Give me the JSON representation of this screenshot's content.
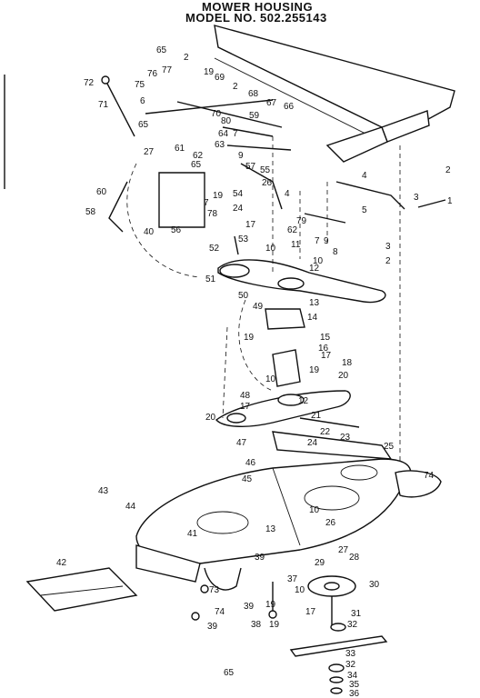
{
  "header": {
    "title": "MOWER HOUSING",
    "model": "MODEL NO. 502.255143"
  },
  "page_number": "65",
  "callouts": [
    {
      "label": "65"
    },
    {
      "label": "2"
    },
    {
      "label": "19"
    },
    {
      "label": "69"
    },
    {
      "label": "2"
    },
    {
      "label": "76"
    },
    {
      "label": "77"
    },
    {
      "label": "72"
    },
    {
      "label": "75"
    },
    {
      "label": "6"
    },
    {
      "label": "71"
    },
    {
      "label": "68"
    },
    {
      "label": "67"
    },
    {
      "label": "66"
    },
    {
      "label": "70"
    },
    {
      "label": "59"
    },
    {
      "label": "80"
    },
    {
      "label": "65"
    },
    {
      "label": "64"
    },
    {
      "label": "7"
    },
    {
      "label": "63"
    },
    {
      "label": "27"
    },
    {
      "label": "61"
    },
    {
      "label": "62"
    },
    {
      "label": "65"
    },
    {
      "label": "9"
    },
    {
      "label": "57"
    },
    {
      "label": "55"
    },
    {
      "label": "26"
    },
    {
      "label": "2"
    },
    {
      "label": "4"
    },
    {
      "label": "3"
    },
    {
      "label": "1"
    },
    {
      "label": "60"
    },
    {
      "label": "54"
    },
    {
      "label": "7"
    },
    {
      "label": "19"
    },
    {
      "label": "58"
    },
    {
      "label": "24"
    },
    {
      "label": "4"
    },
    {
      "label": "5"
    },
    {
      "label": "78"
    },
    {
      "label": "17"
    },
    {
      "label": "79"
    },
    {
      "label": "62"
    },
    {
      "label": "40"
    },
    {
      "label": "56"
    },
    {
      "label": "53"
    },
    {
      "label": "8"
    },
    {
      "label": "7"
    },
    {
      "label": "9"
    },
    {
      "label": "3"
    },
    {
      "label": "52"
    },
    {
      "label": "10"
    },
    {
      "label": "11"
    },
    {
      "label": "2"
    },
    {
      "label": "51"
    },
    {
      "label": "10"
    },
    {
      "label": "12"
    },
    {
      "label": "50"
    },
    {
      "label": "13"
    },
    {
      "label": "49"
    },
    {
      "label": "14"
    },
    {
      "label": "19"
    },
    {
      "label": "15"
    },
    {
      "label": "16"
    },
    {
      "label": "17"
    },
    {
      "label": "18"
    },
    {
      "label": "10"
    },
    {
      "label": "19"
    },
    {
      "label": "20"
    },
    {
      "label": "48"
    },
    {
      "label": "12"
    },
    {
      "label": "17"
    },
    {
      "label": "20"
    },
    {
      "label": "21"
    },
    {
      "label": "22"
    },
    {
      "label": "23"
    },
    {
      "label": "47"
    },
    {
      "label": "24"
    },
    {
      "label": "25"
    },
    {
      "label": "46"
    },
    {
      "label": "45"
    },
    {
      "label": "74"
    },
    {
      "label": "43"
    },
    {
      "label": "44"
    },
    {
      "label": "10"
    },
    {
      "label": "26"
    },
    {
      "label": "41"
    },
    {
      "label": "13"
    },
    {
      "label": "27"
    },
    {
      "label": "39"
    },
    {
      "label": "28"
    },
    {
      "label": "29"
    },
    {
      "label": "42"
    },
    {
      "label": "37"
    },
    {
      "label": "10"
    },
    {
      "label": "30"
    },
    {
      "label": "73"
    },
    {
      "label": "74"
    },
    {
      "label": "39"
    },
    {
      "label": "19"
    },
    {
      "label": "17"
    },
    {
      "label": "38"
    },
    {
      "label": "19"
    },
    {
      "label": "39"
    },
    {
      "label": "31"
    },
    {
      "label": "32"
    },
    {
      "label": "33"
    },
    {
      "label": "32"
    },
    {
      "label": "34"
    },
    {
      "label": "35"
    },
    {
      "label": "36"
    }
  ]
}
